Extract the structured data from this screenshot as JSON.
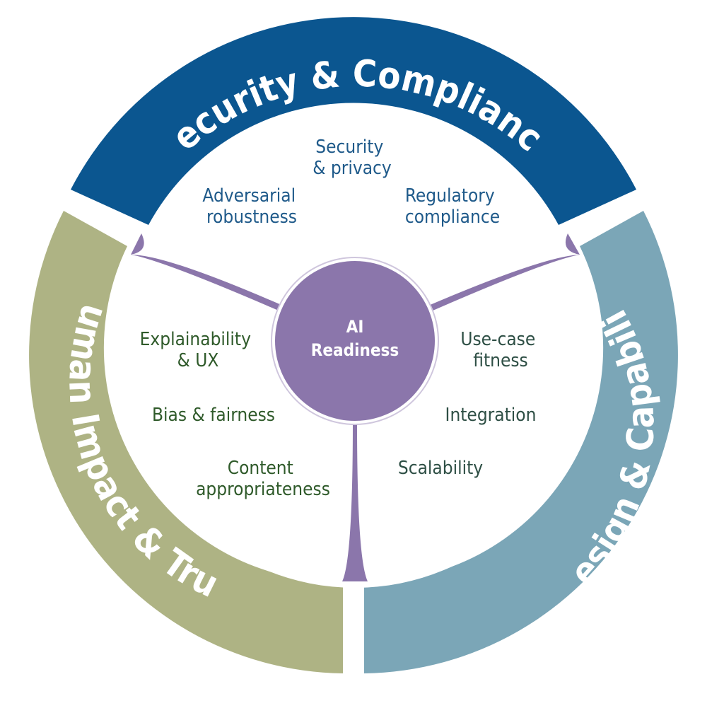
{
  "center": {
    "line1": "AI",
    "line2": "Readiness"
  },
  "segments": [
    {
      "title": "Security & Compliance",
      "color": "#0B5690",
      "text_color": "#1F5A8A",
      "items": [
        {
          "lines": [
            "Security",
            "& privacy"
          ]
        },
        {
          "lines": [
            "Adversarial",
            "robustness"
          ]
        },
        {
          "lines": [
            "Regulatory",
            "compliance"
          ]
        }
      ]
    },
    {
      "title": "Design & Capability",
      "color": "#7BA6B7",
      "text_color": "#2E4F45",
      "items": [
        {
          "lines": [
            "Use-case",
            "fitness"
          ]
        },
        {
          "lines": [
            "Integration"
          ]
        },
        {
          "lines": [
            "Scalability"
          ]
        }
      ]
    },
    {
      "title": "Human Impact & Trust",
      "color": "#AEB384",
      "text_color": "#2F5A2A",
      "items": [
        {
          "lines": [
            "Explainability",
            "& UX"
          ]
        },
        {
          "lines": [
            "Bias & fairness"
          ]
        },
        {
          "lines": [
            "Content",
            "appropriateness"
          ]
        }
      ]
    }
  ],
  "hub_color": "#8B76AB",
  "divider_color": "#8B76AB"
}
